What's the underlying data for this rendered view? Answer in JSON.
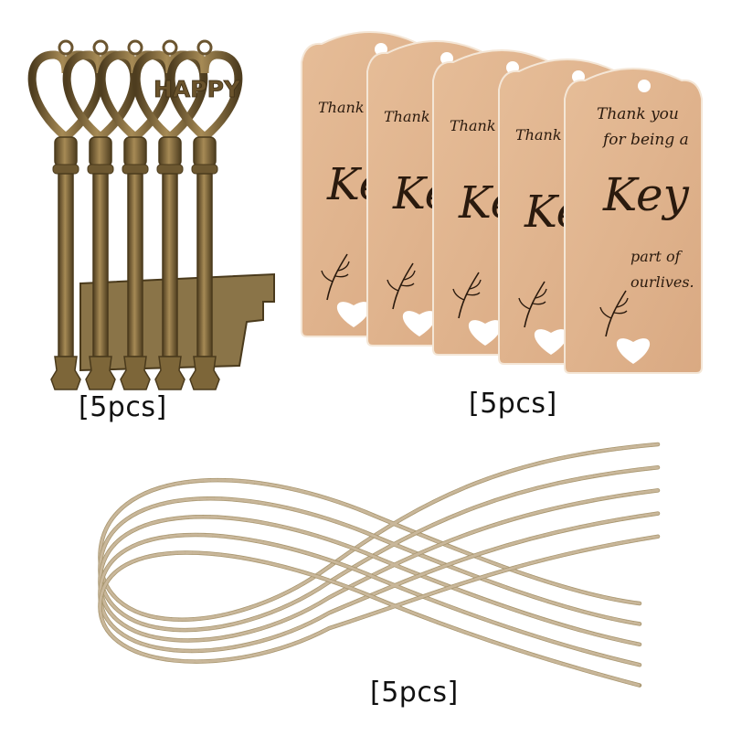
{
  "product": {
    "keys": {
      "engraving": "HAPPY",
      "count_label": "[5pcs]",
      "color": "#7b6236",
      "count": 5
    },
    "tags": {
      "line1": "Thank you",
      "line2": "for being a",
      "line3": "Key",
      "line4": "part of",
      "line5": "ourlives.",
      "count_label": "[5pcs]",
      "color": "#e0b48f",
      "count": 5
    },
    "twine": {
      "count_label": "[5pcs]",
      "color": "#c9b79a",
      "count": 5
    }
  }
}
